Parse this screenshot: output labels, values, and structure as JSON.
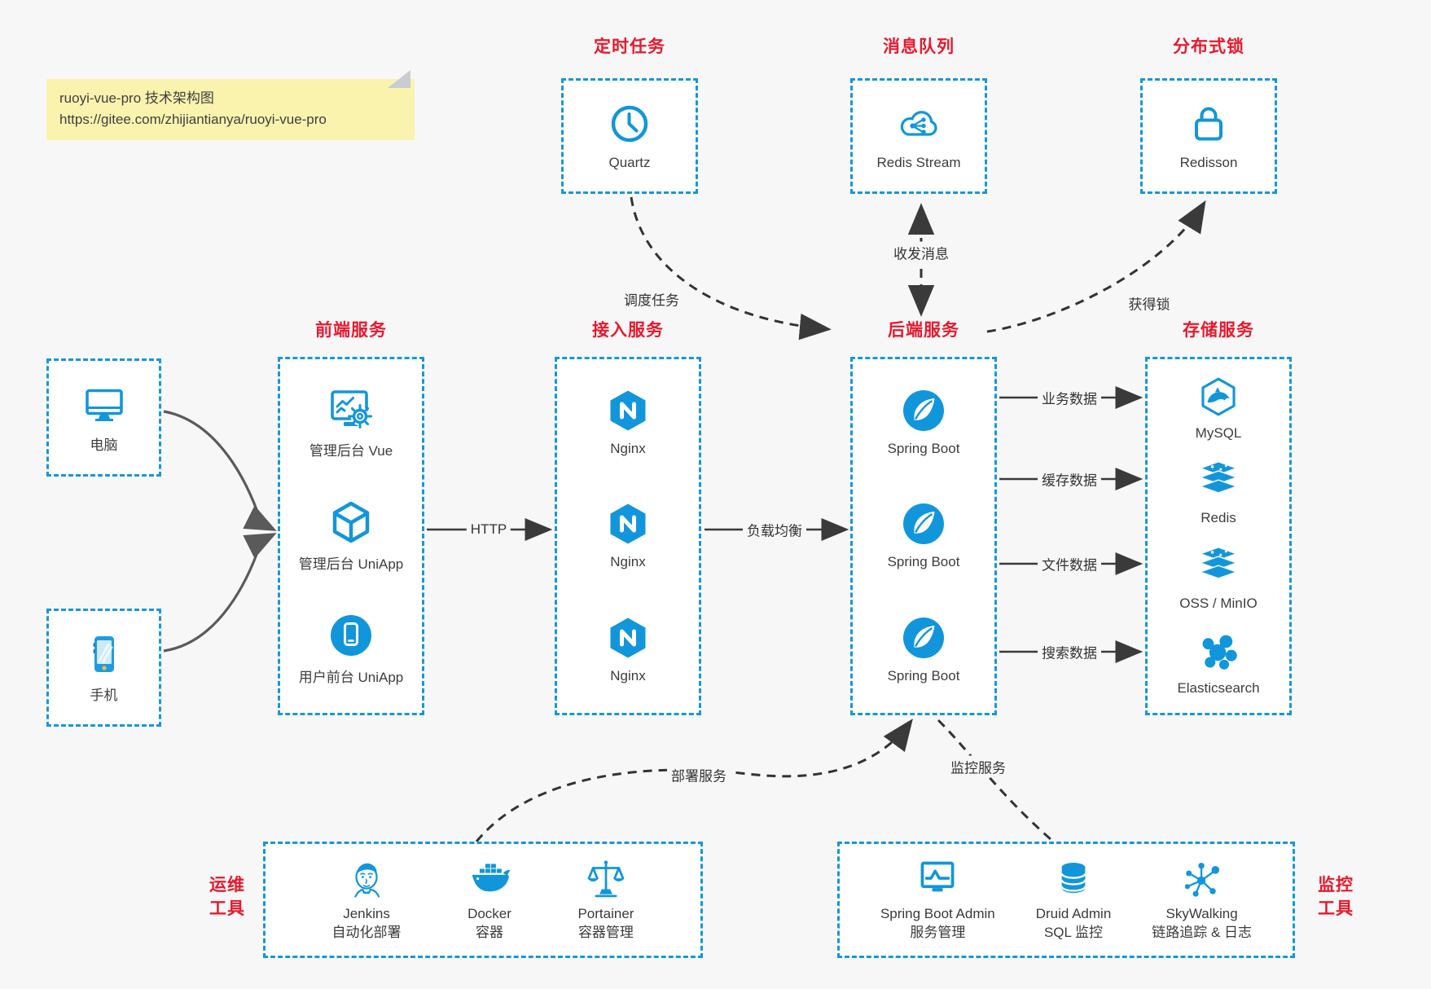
{
  "note": {
    "line1": "ruoyi-vue-pro 技术架构图",
    "line2": "https://gitee.com/zhijiantianya/ruoyi-vue-pro"
  },
  "top_groups": [
    {
      "title": "定时任务",
      "item": {
        "label": "Quartz",
        "icon": "clock-icon"
      }
    },
    {
      "title": "消息队列",
      "item": {
        "label": "Redis Stream",
        "icon": "cloud-share-icon"
      }
    },
    {
      "title": "分布式锁",
      "item": {
        "label": "Redisson",
        "icon": "lock-icon"
      }
    }
  ],
  "clients": [
    {
      "label": "电脑",
      "icon": "desktop-icon"
    },
    {
      "label": "手机",
      "icon": "mobile-icon"
    }
  ],
  "columns": [
    {
      "title": "前端服务",
      "items": [
        {
          "label": "管理后台 Vue",
          "icon": "admin-vue-icon"
        },
        {
          "label": "管理后台 UniApp",
          "icon": "uniapp-cube-icon"
        },
        {
          "label": "用户前台 UniApp",
          "icon": "user-app-icon"
        }
      ]
    },
    {
      "title": "接入服务",
      "items": [
        {
          "label": "Nginx",
          "icon": "nginx-icon"
        },
        {
          "label": "Nginx",
          "icon": "nginx-icon"
        },
        {
          "label": "Nginx",
          "icon": "nginx-icon"
        }
      ]
    },
    {
      "title": "后端服务",
      "items": [
        {
          "label": "Spring Boot",
          "icon": "spring-boot-icon"
        },
        {
          "label": "Spring Boot",
          "icon": "spring-boot-icon"
        },
        {
          "label": "Spring Boot",
          "icon": "spring-boot-icon"
        }
      ]
    },
    {
      "title": "存储服务",
      "items": [
        {
          "label": "MySQL",
          "icon": "mysql-icon"
        },
        {
          "label": "Redis",
          "icon": "redis-stack-icon"
        },
        {
          "label": "OSS / MinIO",
          "icon": "storage-stack-icon"
        },
        {
          "label": "Elasticsearch",
          "icon": "elasticsearch-icon"
        }
      ]
    }
  ],
  "edges": {
    "http": "HTTP",
    "load_balance": "负载均衡",
    "schedule": "调度任务",
    "message": "收发消息",
    "lock": "获得锁",
    "business_data": "业务数据",
    "cache_data": "缓存数据",
    "file_data": "文件数据",
    "search_data": "搜索数据",
    "deploy": "部署服务",
    "monitor": "监控服务"
  },
  "ops": {
    "title_line1": "运维",
    "title_line2": "工具",
    "items": [
      {
        "name": "Jenkins",
        "desc": "自动化部署",
        "icon": "jenkins-icon"
      },
      {
        "name": "Docker",
        "desc": "容器",
        "icon": "docker-whale-icon"
      },
      {
        "name": "Portainer",
        "desc": "容器管理",
        "icon": "scales-icon"
      }
    ]
  },
  "monitoring": {
    "title_line1": "监控",
    "title_line2": "工具",
    "items": [
      {
        "name": "Spring Boot Admin",
        "desc": "服务管理",
        "icon": "monitor-chart-icon"
      },
      {
        "name": "Druid Admin",
        "desc": "SQL 监控",
        "icon": "database-icon"
      },
      {
        "name": "SkyWalking",
        "desc": "链路追踪 & 日志",
        "icon": "node-graph-icon"
      }
    ]
  },
  "colors": {
    "brand_blue": "#1296db",
    "title_red": "#e8192d",
    "line_dark": "#3a3a3a",
    "note_bg": "#faf3ae",
    "canvas_bg": "#f7f7f8"
  }
}
